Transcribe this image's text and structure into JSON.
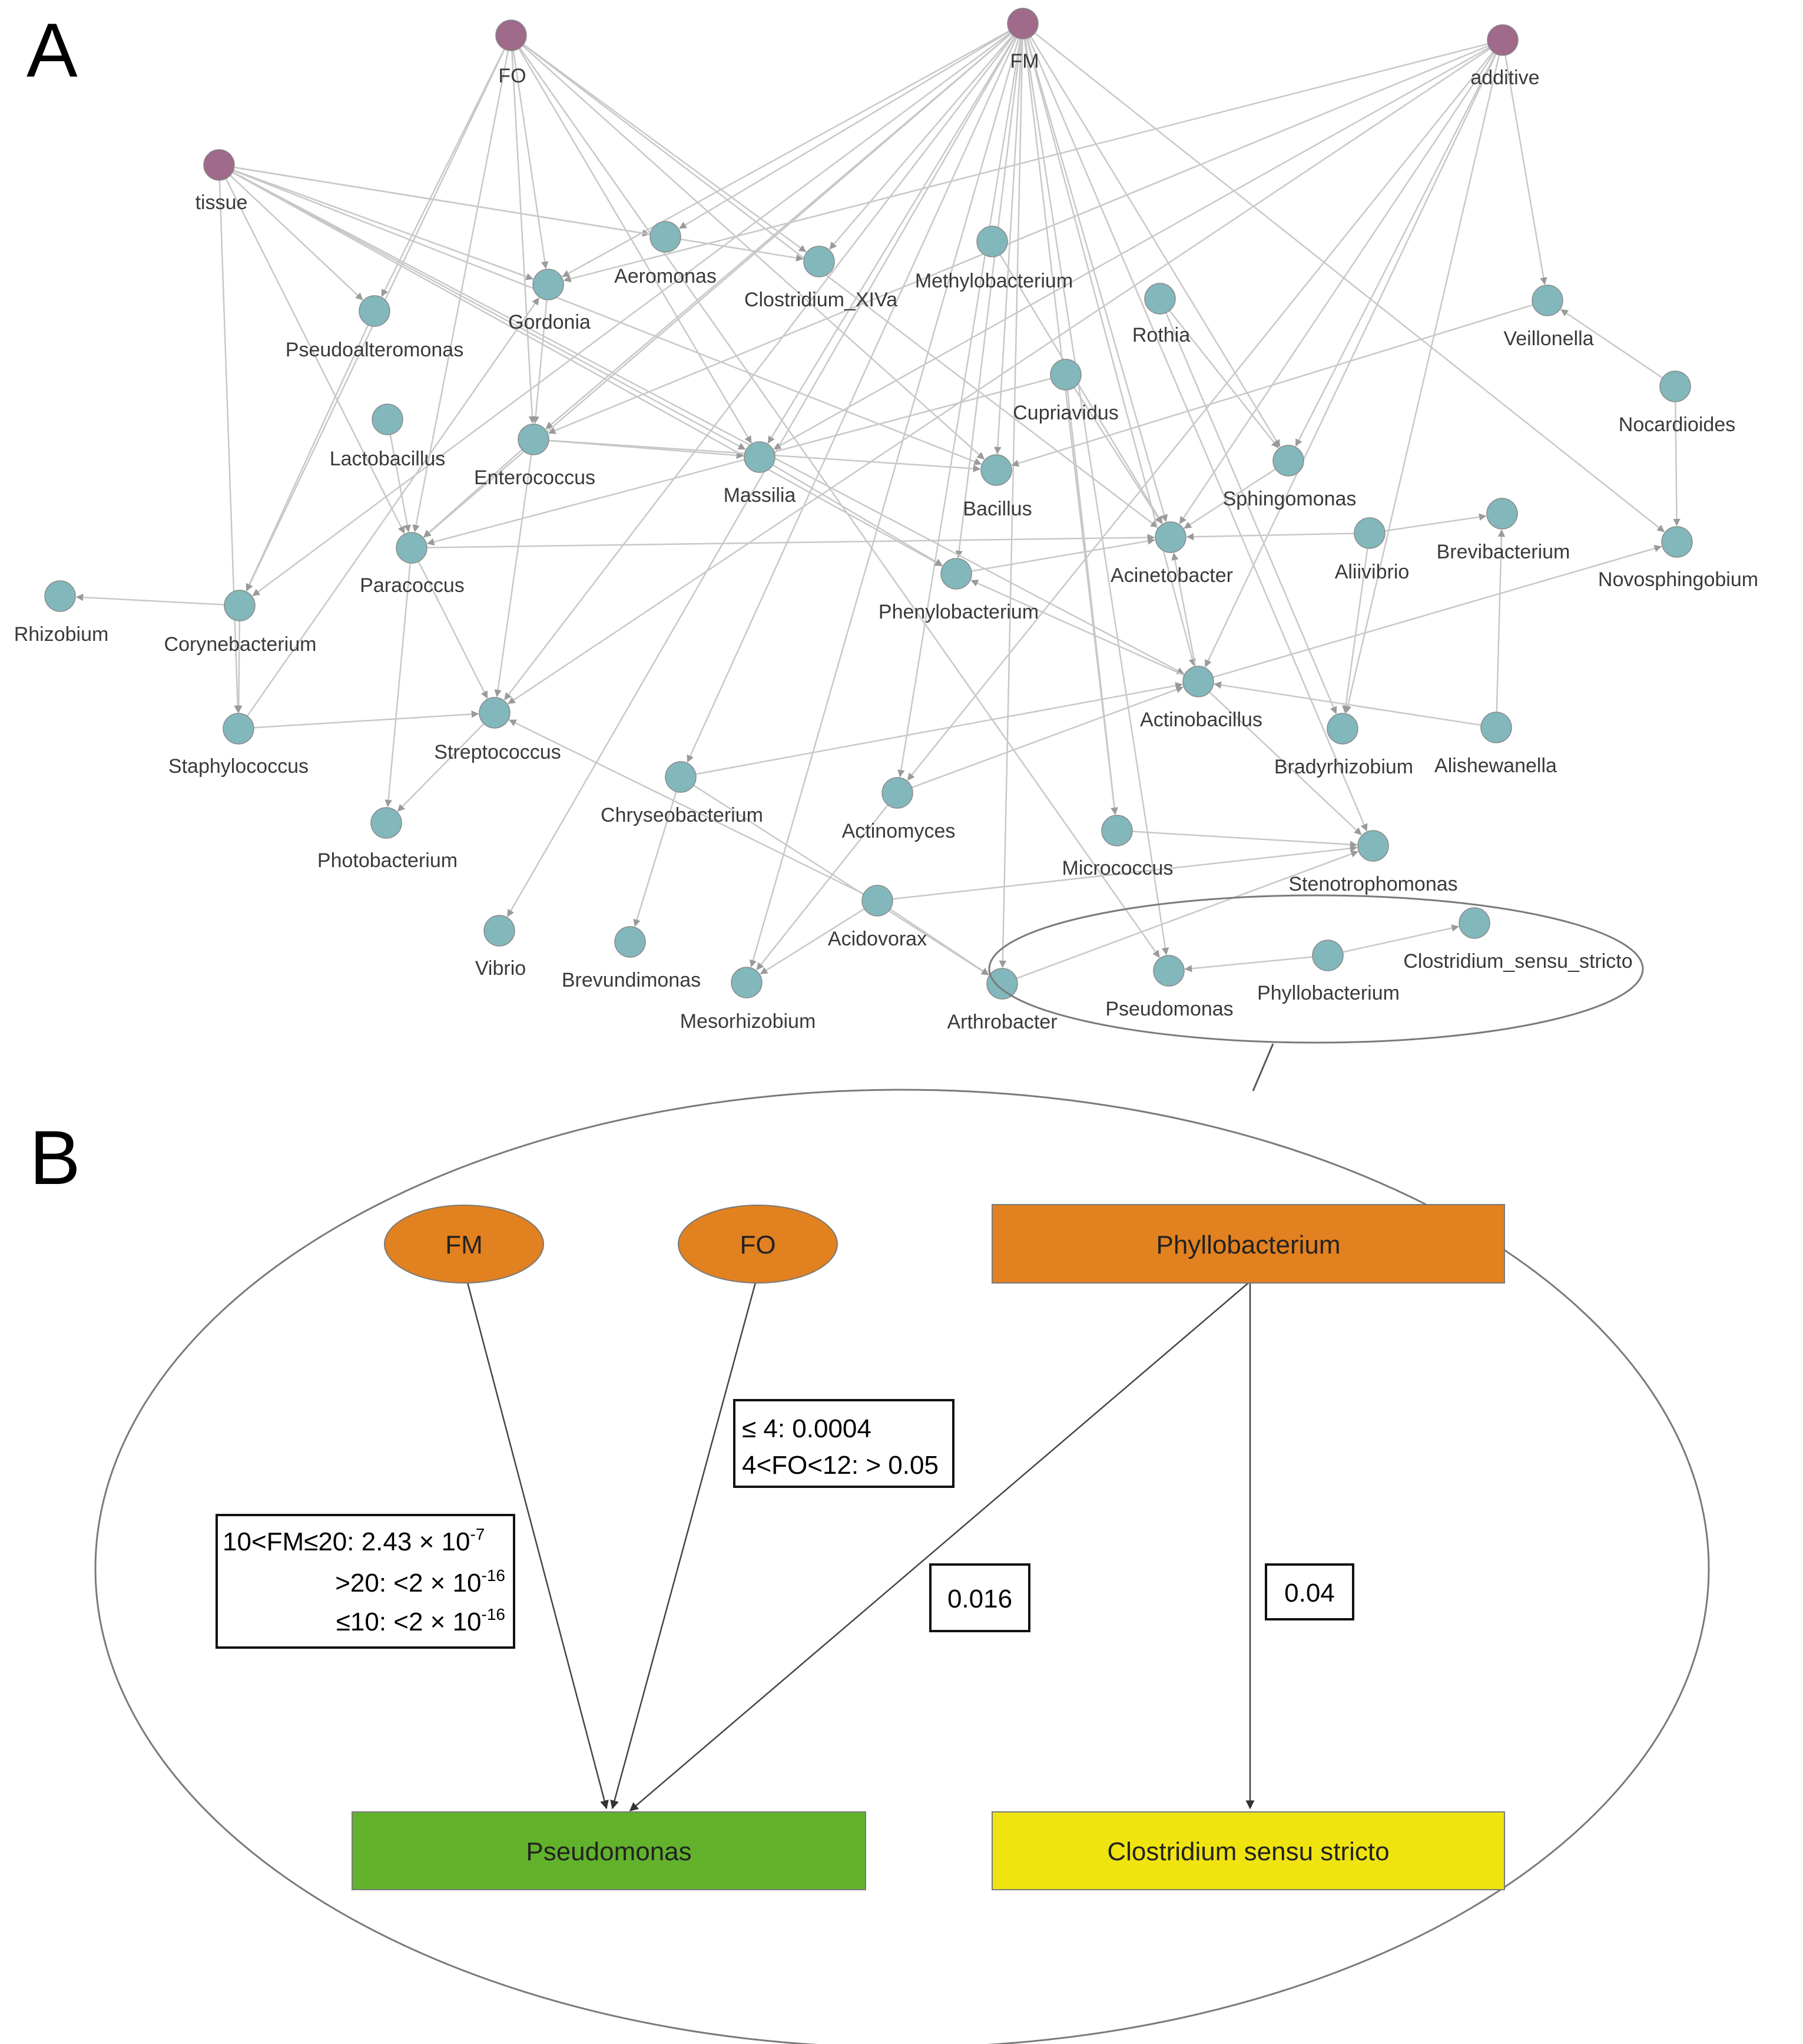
{
  "panels": {
    "a": "A",
    "b": "B"
  },
  "colors": {
    "factor_node": "#a06a8a",
    "genus_node": "#82b7bc",
    "edge": "#c8c8c8",
    "orange": "#e2811f",
    "green": "#62b22c",
    "yellow": "#f0e410"
  },
  "network": {
    "factor_nodes": [
      "FO",
      "FM",
      "additive",
      "tissue"
    ],
    "genus_nodes": [
      "Aeromonas",
      "Clostridium_XIVa",
      "Methylobacterium",
      "Gordonia",
      "Rothia",
      "Veillonella",
      "Pseudoalteromonas",
      "Cupriavidus",
      "Nocardioides",
      "Lactobacillus",
      "Enterococcus",
      "Massilia",
      "Bacillus",
      "Sphingomonas",
      "Brevibacterium",
      "Aliivibrio",
      "Acinetobacter",
      "Novosphingobium",
      "Paracoccus",
      "Phenylobacterium",
      "Rhizobium",
      "Corynebacterium",
      "Actinobacillus",
      "Staphylococcus",
      "Streptococcus",
      "Bradyrhizobium",
      "Alishewanella",
      "Chryseobacterium",
      "Actinomyces",
      "Photobacterium",
      "Micrococcus",
      "Stenotrophomonas",
      "Acidovorax",
      "Clostridium_sensu_stricto",
      "Vibrio",
      "Brevundimonas",
      "Phyllobacterium",
      "Pseudomonas",
      "Mesorhizobium",
      "Arthrobacter"
    ],
    "edges": [
      [
        "FO",
        "Gordonia"
      ],
      [
        "FO",
        "Pseudoalteromonas"
      ],
      [
        "FO",
        "Paracoccus"
      ],
      [
        "FO",
        "Massilia"
      ],
      [
        "FO",
        "Bacillus"
      ],
      [
        "FO",
        "Clostridium_XIVa"
      ],
      [
        "FO",
        "Enterococcus"
      ],
      [
        "FO",
        "Corynebacterium"
      ],
      [
        "FO",
        "Acinetobacter"
      ],
      [
        "FO",
        "Pseudomonas"
      ],
      [
        "FM",
        "Gordonia"
      ],
      [
        "FM",
        "Clostridium_XIVa"
      ],
      [
        "FM",
        "Aeromonas"
      ],
      [
        "FM",
        "Enterococcus"
      ],
      [
        "FM",
        "Massilia"
      ],
      [
        "FM",
        "Paracoccus"
      ],
      [
        "FM",
        "Bacillus"
      ],
      [
        "FM",
        "Sphingomonas"
      ],
      [
        "FM",
        "Acinetobacter"
      ],
      [
        "FM",
        "Phenylobacterium"
      ],
      [
        "FM",
        "Actinobacillus"
      ],
      [
        "FM",
        "Streptococcus"
      ],
      [
        "FM",
        "Chryseobacterium"
      ],
      [
        "FM",
        "Actinomyces"
      ],
      [
        "FM",
        "Micrococcus"
      ],
      [
        "FM",
        "Stenotrophomonas"
      ],
      [
        "FM",
        "Vibrio"
      ],
      [
        "FM",
        "Arthrobacter"
      ],
      [
        "FM",
        "Mesorhizobium"
      ],
      [
        "FM",
        "Novosphingobium"
      ],
      [
        "FM",
        "Pseudomonas"
      ],
      [
        "FM",
        "Corynebacterium"
      ],
      [
        "additive",
        "Veillonella"
      ],
      [
        "additive",
        "Sphingomonas"
      ],
      [
        "additive",
        "Actinobacillus"
      ],
      [
        "additive",
        "Bradyrhizobium"
      ],
      [
        "additive",
        "Acinetobacter"
      ],
      [
        "additive",
        "Actinomyces"
      ],
      [
        "additive",
        "Enterococcus"
      ],
      [
        "additive",
        "Massilia"
      ],
      [
        "additive",
        "Streptococcus"
      ],
      [
        "additive",
        "Gordonia"
      ],
      [
        "tissue",
        "Aeromonas"
      ],
      [
        "tissue",
        "Gordonia"
      ],
      [
        "tissue",
        "Pseudoalteromonas"
      ],
      [
        "tissue",
        "Massilia"
      ],
      [
        "tissue",
        "Bacillus"
      ],
      [
        "tissue",
        "Paracoccus"
      ],
      [
        "tissue",
        "Staphylococcus"
      ],
      [
        "tissue",
        "Clostridium_XIVa"
      ],
      [
        "tissue",
        "Phenylobacterium"
      ],
      [
        "tissue",
        "Actinobacillus"
      ],
      [
        "Nocardioides",
        "Veillonella"
      ],
      [
        "Nocardioides",
        "Novosphingobium"
      ],
      [
        "Veillonella",
        "Bacillus"
      ],
      [
        "Rothia",
        "Sphingomonas"
      ],
      [
        "Rothia",
        "Bradyrhizobium"
      ],
      [
        "Cupriavidus",
        "Acinetobacter"
      ],
      [
        "Cupriavidus",
        "Micrococcus"
      ],
      [
        "Cupriavidus",
        "Paracoccus"
      ],
      [
        "Methylobacterium",
        "Acinetobacter"
      ],
      [
        "Aliivibrio",
        "Brevibacterium"
      ],
      [
        "Aliivibrio",
        "Acinetobacter"
      ],
      [
        "Aliivibrio",
        "Bradyrhizobium"
      ],
      [
        "Alishewanella",
        "Brevibacterium"
      ],
      [
        "Alishewanella",
        "Actinobacillus"
      ],
      [
        "Actinobacillus",
        "Acinetobacter"
      ],
      [
        "Actinobacillus",
        "Phenylobacterium"
      ],
      [
        "Actinobacillus",
        "Stenotrophomonas"
      ],
      [
        "Actinobacillus",
        "Novosphingobium"
      ],
      [
        "Corynebacterium",
        "Rhizobium"
      ],
      [
        "Corynebacterium",
        "Staphylococcus"
      ],
      [
        "Staphylococcus",
        "Streptococcus"
      ],
      [
        "Paracoccus",
        "Streptococcus"
      ],
      [
        "Paracoccus",
        "Photobacterium"
      ],
      [
        "Paracoccus",
        "Acinetobacter"
      ],
      [
        "Streptococcus",
        "Photobacterium"
      ],
      [
        "Chryseobacterium",
        "Actinobacillus"
      ],
      [
        "Chryseobacterium",
        "Arthrobacter"
      ],
      [
        "Chryseobacterium",
        "Brevundimonas"
      ],
      [
        "Actinomyces",
        "Mesorhizobium"
      ],
      [
        "Actinomyces",
        "Actinobacillus"
      ],
      [
        "Acidovorax",
        "Mesorhizobium"
      ],
      [
        "Acidovorax",
        "Stenotrophomonas"
      ],
      [
        "Acidovorax",
        "Arthrobacter"
      ],
      [
        "Acidovorax",
        "Streptococcus"
      ],
      [
        "Micrococcus",
        "Stenotrophomonas"
      ],
      [
        "Arthrobacter",
        "Stenotrophomonas"
      ],
      [
        "Phyllobacterium",
        "Pseudomonas"
      ],
      [
        "Phyllobacterium",
        "Clostridium_sensu_stricto"
      ],
      [
        "Enterococcus",
        "Massilia"
      ],
      [
        "Enterococcus",
        "Paracoccus"
      ],
      [
        "Enterococcus",
        "Streptococcus"
      ],
      [
        "Enterococcus",
        "Bacillus"
      ],
      [
        "Massilia",
        "Phenylobacterium"
      ],
      [
        "Pseudoalteromonas",
        "Corynebacterium"
      ],
      [
        "Lactobacillus",
        "Paracoccus"
      ],
      [
        "Phenylobacterium",
        "Acinetobacter"
      ],
      [
        "Gordonia",
        "Enterococcus"
      ],
      [
        "Sphingomonas",
        "Acinetobacter"
      ],
      [
        "Staphylococcus",
        "Gordonia"
      ]
    ]
  },
  "detail": {
    "nodes": {
      "fm": "FM",
      "fo": "FO",
      "phyllobacterium": "Phyllobacterium",
      "pseudomonas": "Pseudomonas",
      "clostridium": "Clostridium sensu stricto"
    },
    "stats": {
      "fm": {
        "line1_prefix": "10<FM≤20: 2.43 × 10",
        "line1_exp": "-7",
        "line2_prefix": ">20: <2 × 10",
        "line2_exp": "-16",
        "line3_prefix": "≤10: <2 × 10",
        "line3_exp": "-16"
      },
      "fo": {
        "line1": "≤ 4: 0.0004",
        "line2": "4<FO<12: > 0.05"
      },
      "phyllo_pseudomonas": "0.016",
      "phyllo_clostridium": "0.04"
    }
  }
}
